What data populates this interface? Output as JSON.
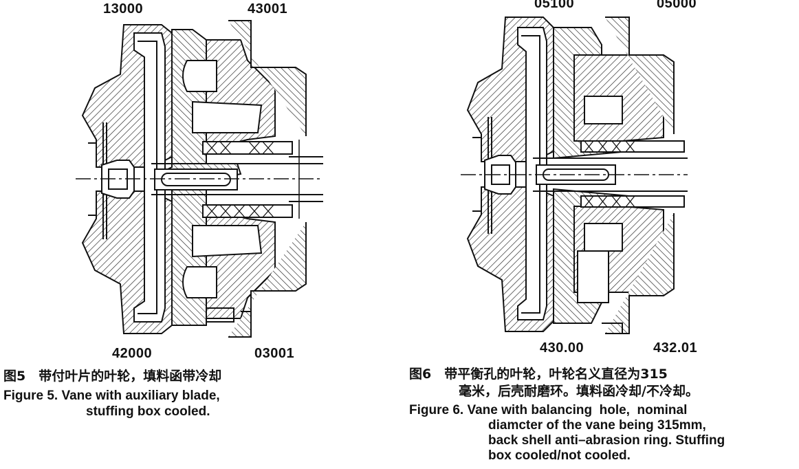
{
  "figure5": {
    "callouts": {
      "top_left": "13000",
      "top_right": "43001",
      "bottom_left": "42000",
      "bottom_right": "03001"
    },
    "caption_cn": "图5　带付叶片的叶轮，填料函带冷却",
    "caption_en_line1": "Figure 5. Vane with auxiliary blade,",
    "caption_en_line2": "stuffing box cooled."
  },
  "figure6": {
    "callouts": {
      "top_left": "05100",
      "top_right": "05000",
      "bottom_left": "430.00",
      "bottom_right": "432.01"
    },
    "caption_cn_line1": "图6　带平衡孔的叶轮，叶轮名义直径为315",
    "caption_cn_line2": "毫米，后壳耐磨环。填料函冷却/不冷却。",
    "caption_en_line1": "Figure 6. Vane with balancing  hole,  nominal",
    "caption_en_line2": "diamcter of the vane being 315mm,",
    "caption_en_line3": "back shell anti–abrasion ring. Stuffing",
    "caption_en_line4": "box cooled/not cooled."
  }
}
